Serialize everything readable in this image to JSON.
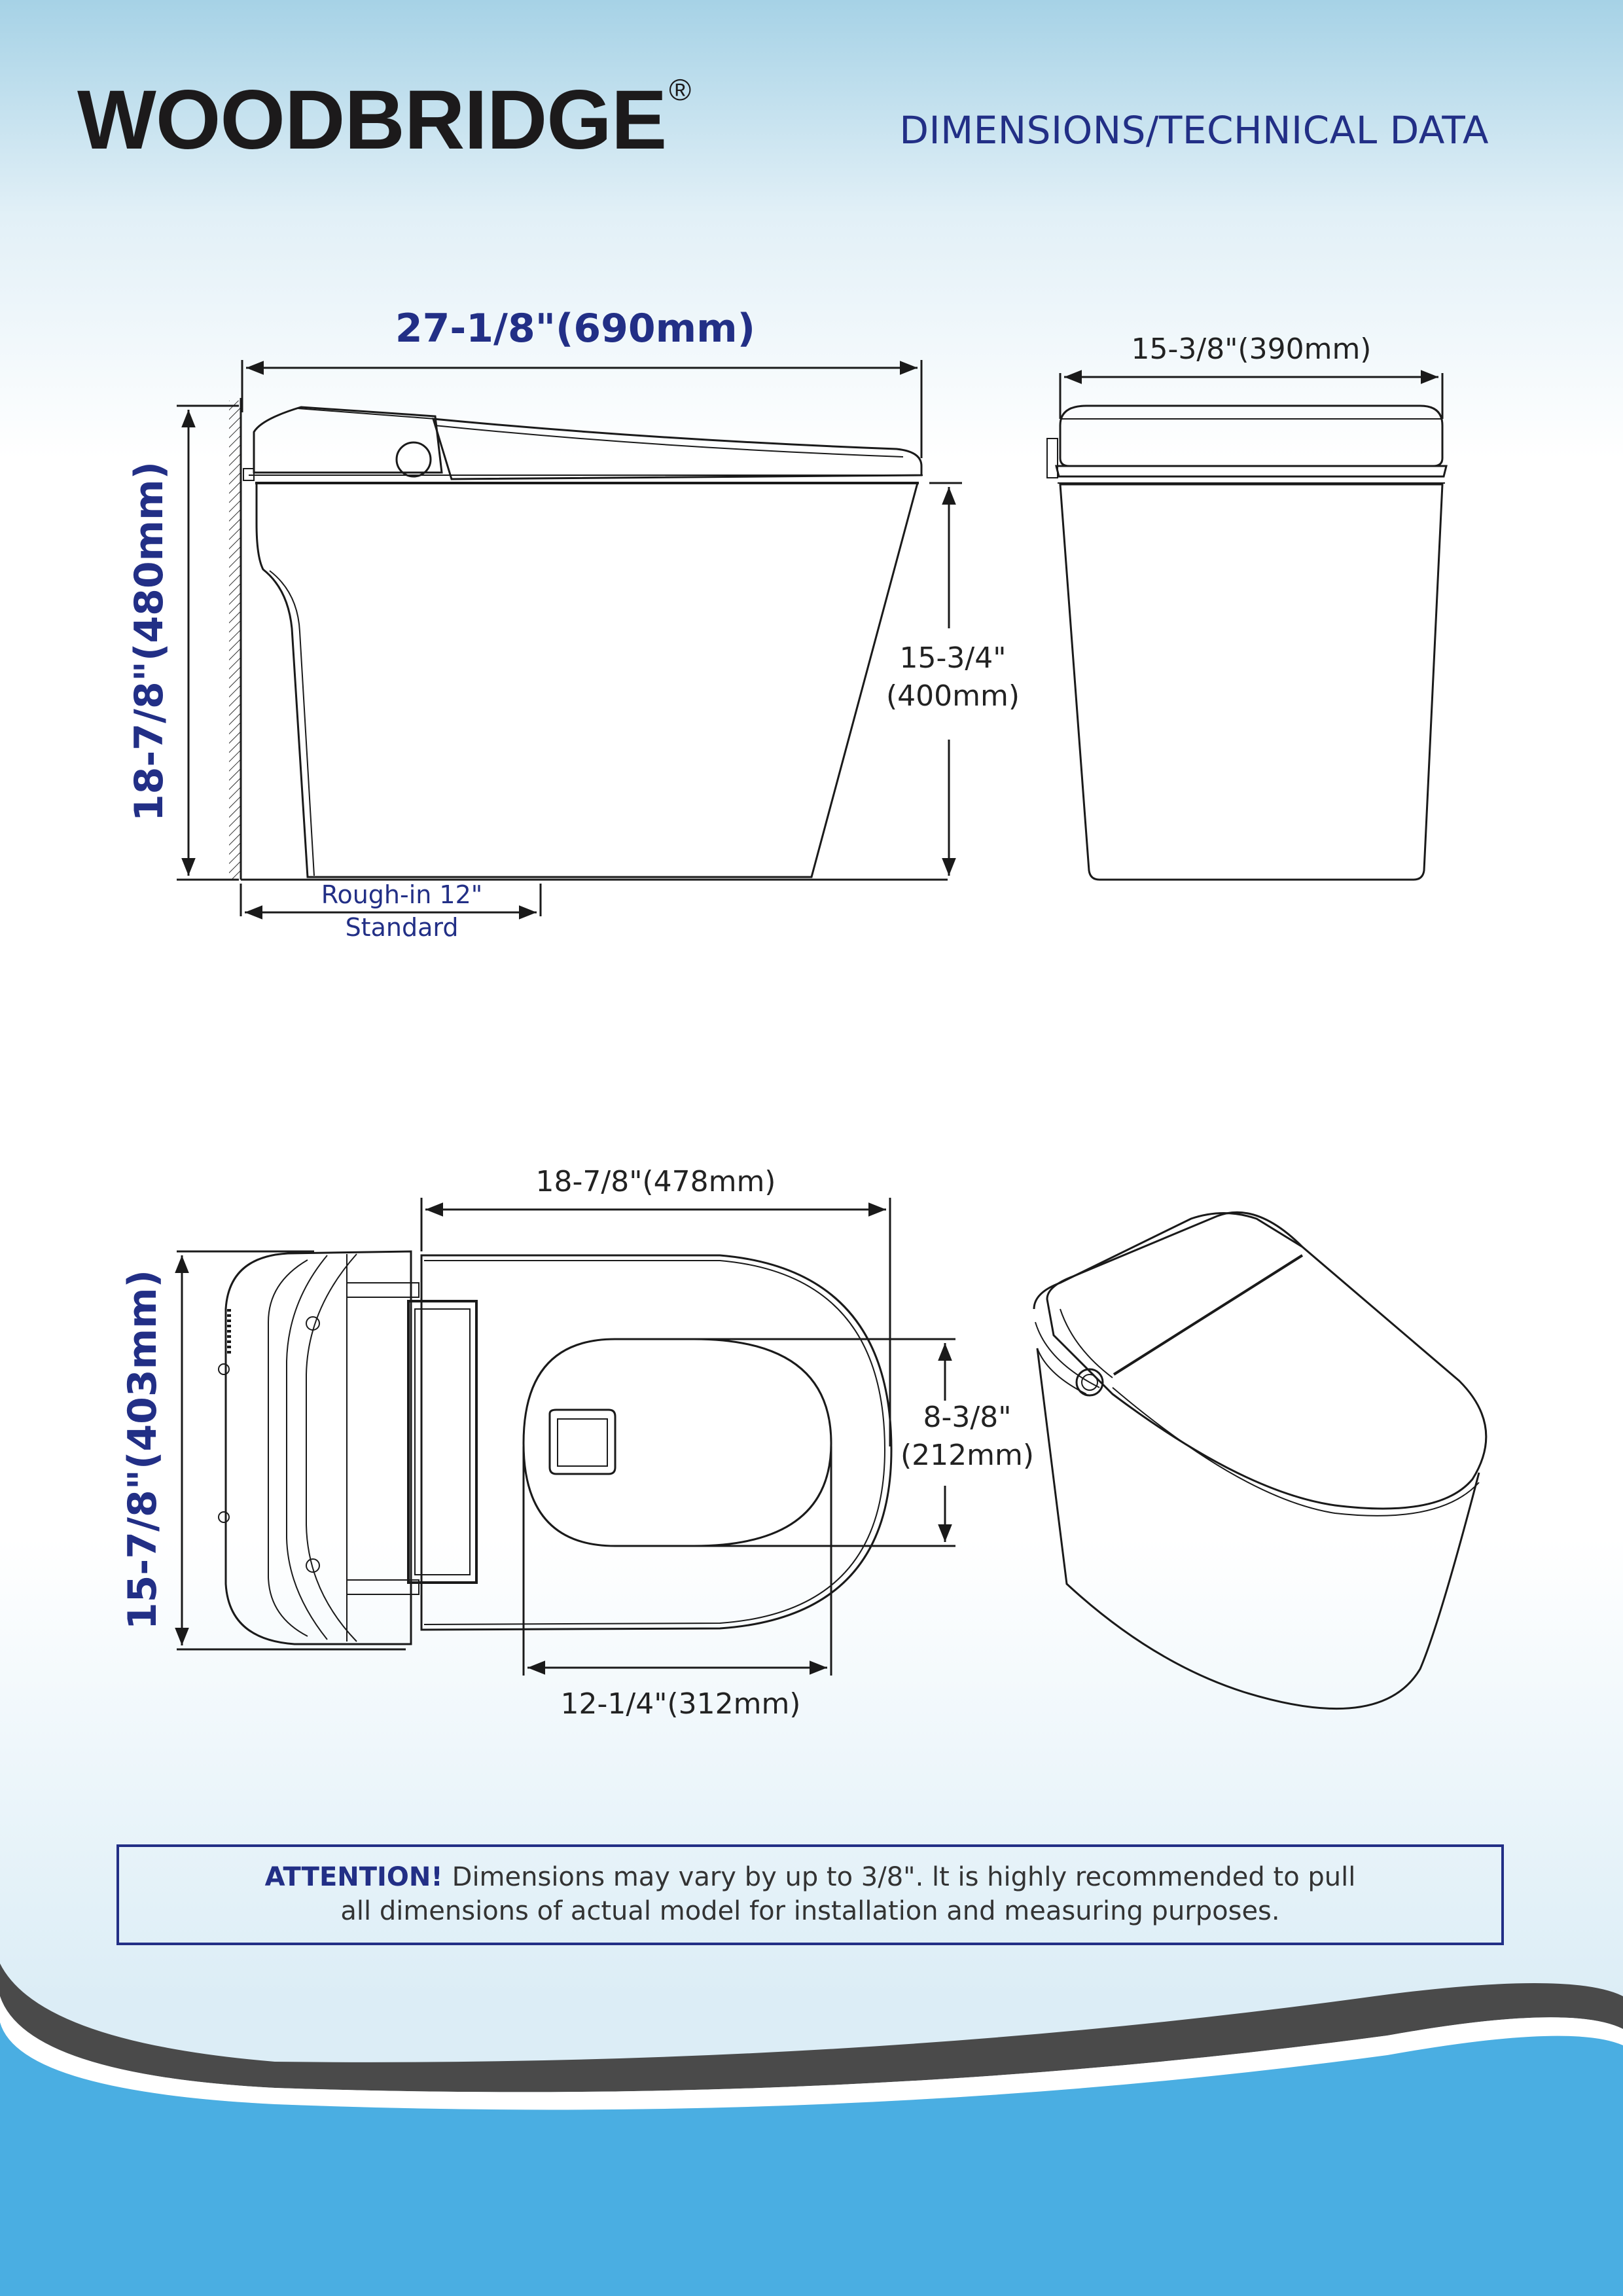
{
  "brand": {
    "name": "WOODBRIDGE",
    "registered_mark": "®"
  },
  "header": {
    "title": "DIMENSIONS/TECHNICAL DATA"
  },
  "dimensions": {
    "side_view": {
      "overall_length": "27-1/8\"(690mm)",
      "overall_height": "18-7/8\"(480mm)",
      "seat_height_in": "15-3/4\"",
      "seat_height_mm": "(400mm)",
      "rough_in_line1": "Rough-in 12\"",
      "rough_in_line2": "Standard"
    },
    "front_view": {
      "overall_width": "15-3/8\"(390mm)"
    },
    "top_view": {
      "bowl_length": "18-7/8\"(478mm)",
      "overall_width": "15-7/8\"(403mm)",
      "opening_width_in": "8-3/8\"",
      "opening_width_mm": "(212mm)",
      "opening_length": "12-1/4\"(312mm)"
    }
  },
  "attention": {
    "label": "ATTENTION!",
    "line1": "Dimensions may vary by up to 3/8\". lt is highly recommended to pull",
    "line2": "all dimensions of actual model for installation and measuring purposes."
  },
  "colors": {
    "accent_navy": "#222f86",
    "text_dark": "#1c1a1b",
    "wave_blue": "#4aaee2",
    "wave_band": "#4a4a4a"
  }
}
